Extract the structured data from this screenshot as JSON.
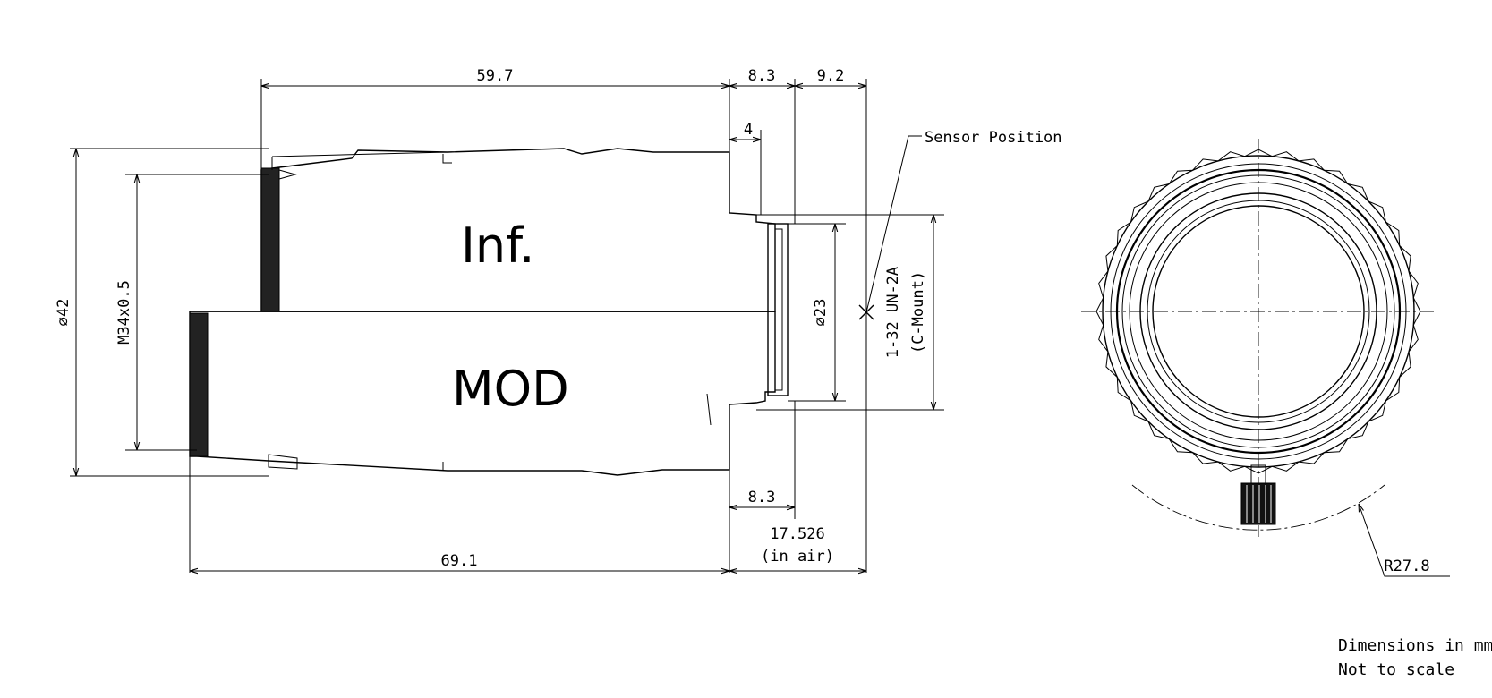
{
  "labels": {
    "state_upper": "Inf.",
    "state_lower": "MOD",
    "sensor": "Sensor Position",
    "thread_mount_1": "1-32 UN-2A",
    "thread_mount_2": "(C-Mount)",
    "radius": "R27.8",
    "notes": [
      "Dimensions in mm",
      "Not to scale"
    ]
  },
  "dimensions": {
    "length_inf": "59.7",
    "length_mod": "69.1",
    "flange_top": "8.3",
    "flange_bottom": "8.3",
    "back_focus": "9.2",
    "thread_len": "4",
    "diameter_outer": "⌀42",
    "thread_front": "M34x0.5",
    "diameter_rear": "⌀23",
    "flange_focal": "17.526",
    "flange_focal_note": "(in air)"
  }
}
